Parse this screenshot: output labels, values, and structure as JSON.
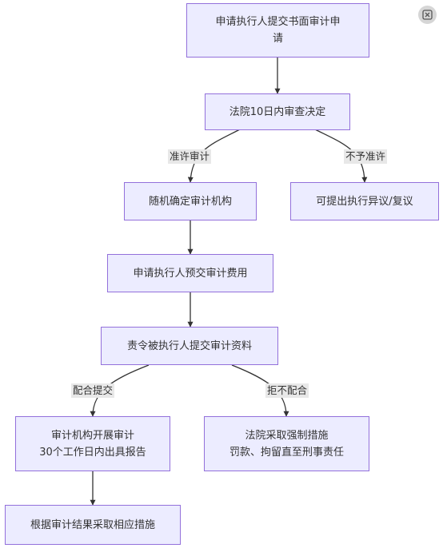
{
  "nodes": {
    "submit_request": {
      "lines": [
        "申请执行人提交书面审计申",
        "请"
      ]
    },
    "court_review": {
      "lines": [
        "法院10日内审查决定"
      ]
    },
    "random_institution": {
      "lines": [
        "随机确定审计机构"
      ]
    },
    "objection": {
      "lines": [
        "可提出执行异议/复议"
      ]
    },
    "prepay_fee": {
      "lines": [
        "申请执行人预交审计费用"
      ]
    },
    "order_materials": {
      "lines": [
        "责令被执行人提交审计资料"
      ]
    },
    "conduct_audit": {
      "lines": [
        "审计机构开展审计",
        "30个工作日内出具报告"
      ]
    },
    "enforcement_measures": {
      "lines": [
        "法院采取强制措施",
        "罚款、拘留直至刑事责任"
      ]
    },
    "take_measures": {
      "lines": [
        "根据审计结果采取相应措施"
      ]
    }
  },
  "edge_labels": {
    "approve": "准许审计",
    "reject": "不予准许",
    "cooperate": "配合提交",
    "refuse": "拒不配合"
  },
  "colors": {
    "node_fill": "#ECECFF",
    "node_border": "#9370DB",
    "edge": "#333333",
    "label_bg": "#e8e8e8"
  },
  "icons": {
    "expand": "expand-icon"
  }
}
